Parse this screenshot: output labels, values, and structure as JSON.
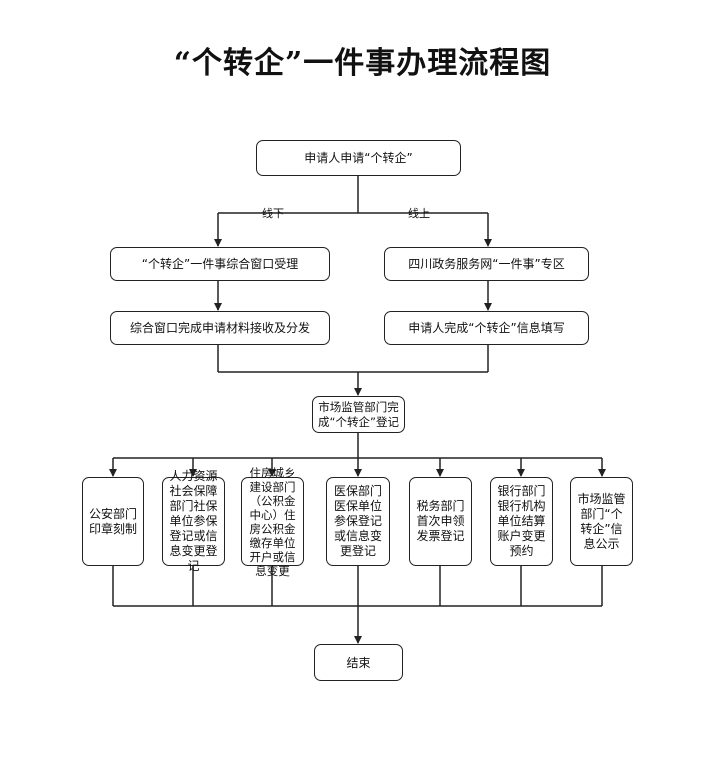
{
  "title": "“个转企”一件事办理流程图",
  "nodes": {
    "start": "申请人申请“个转企”",
    "offline_label": "线下",
    "online_label": "线上",
    "window": "“个转企”一件事综合窗口受理",
    "portal": "四川政务服务网“一件事”专区",
    "window_done": "综合窗口完成申请材料接收及分发",
    "fill_info": "申请人完成“个转企”信息填写",
    "market": "市场监管部门完成“个转企”登记",
    "police": "公安部门印章刻制",
    "hr": "人力资源社会保障部门社保单位参保登记或信息变更登记",
    "housing": "住房城乡建设部门（公积金中心）住房公积金缴存单位开户或信息变更",
    "medical": "医保部门医保单位参保登记或信息变更登记",
    "tax": "税务部门首次申领发票登记",
    "bank": "银行部门银行机构单位结算账户变更预约",
    "publicity": "市场监管部门“个转企”信息公示",
    "end": "结束"
  }
}
